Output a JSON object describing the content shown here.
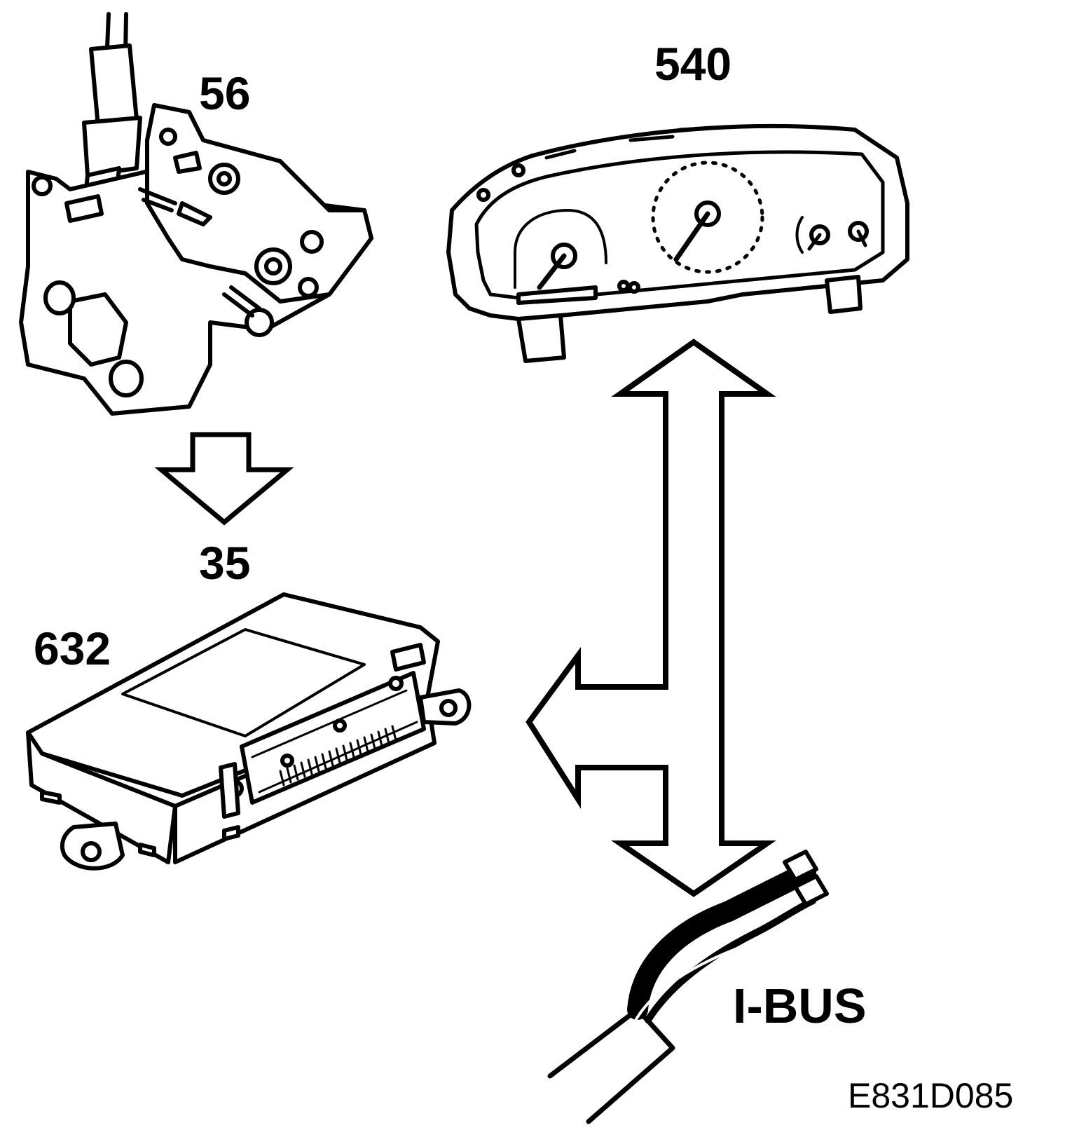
{
  "labels": {
    "latch": "56",
    "cluster": "540",
    "signal": "35",
    "module": "632",
    "bus": "I-BUS"
  },
  "figure_code": "E831D085"
}
